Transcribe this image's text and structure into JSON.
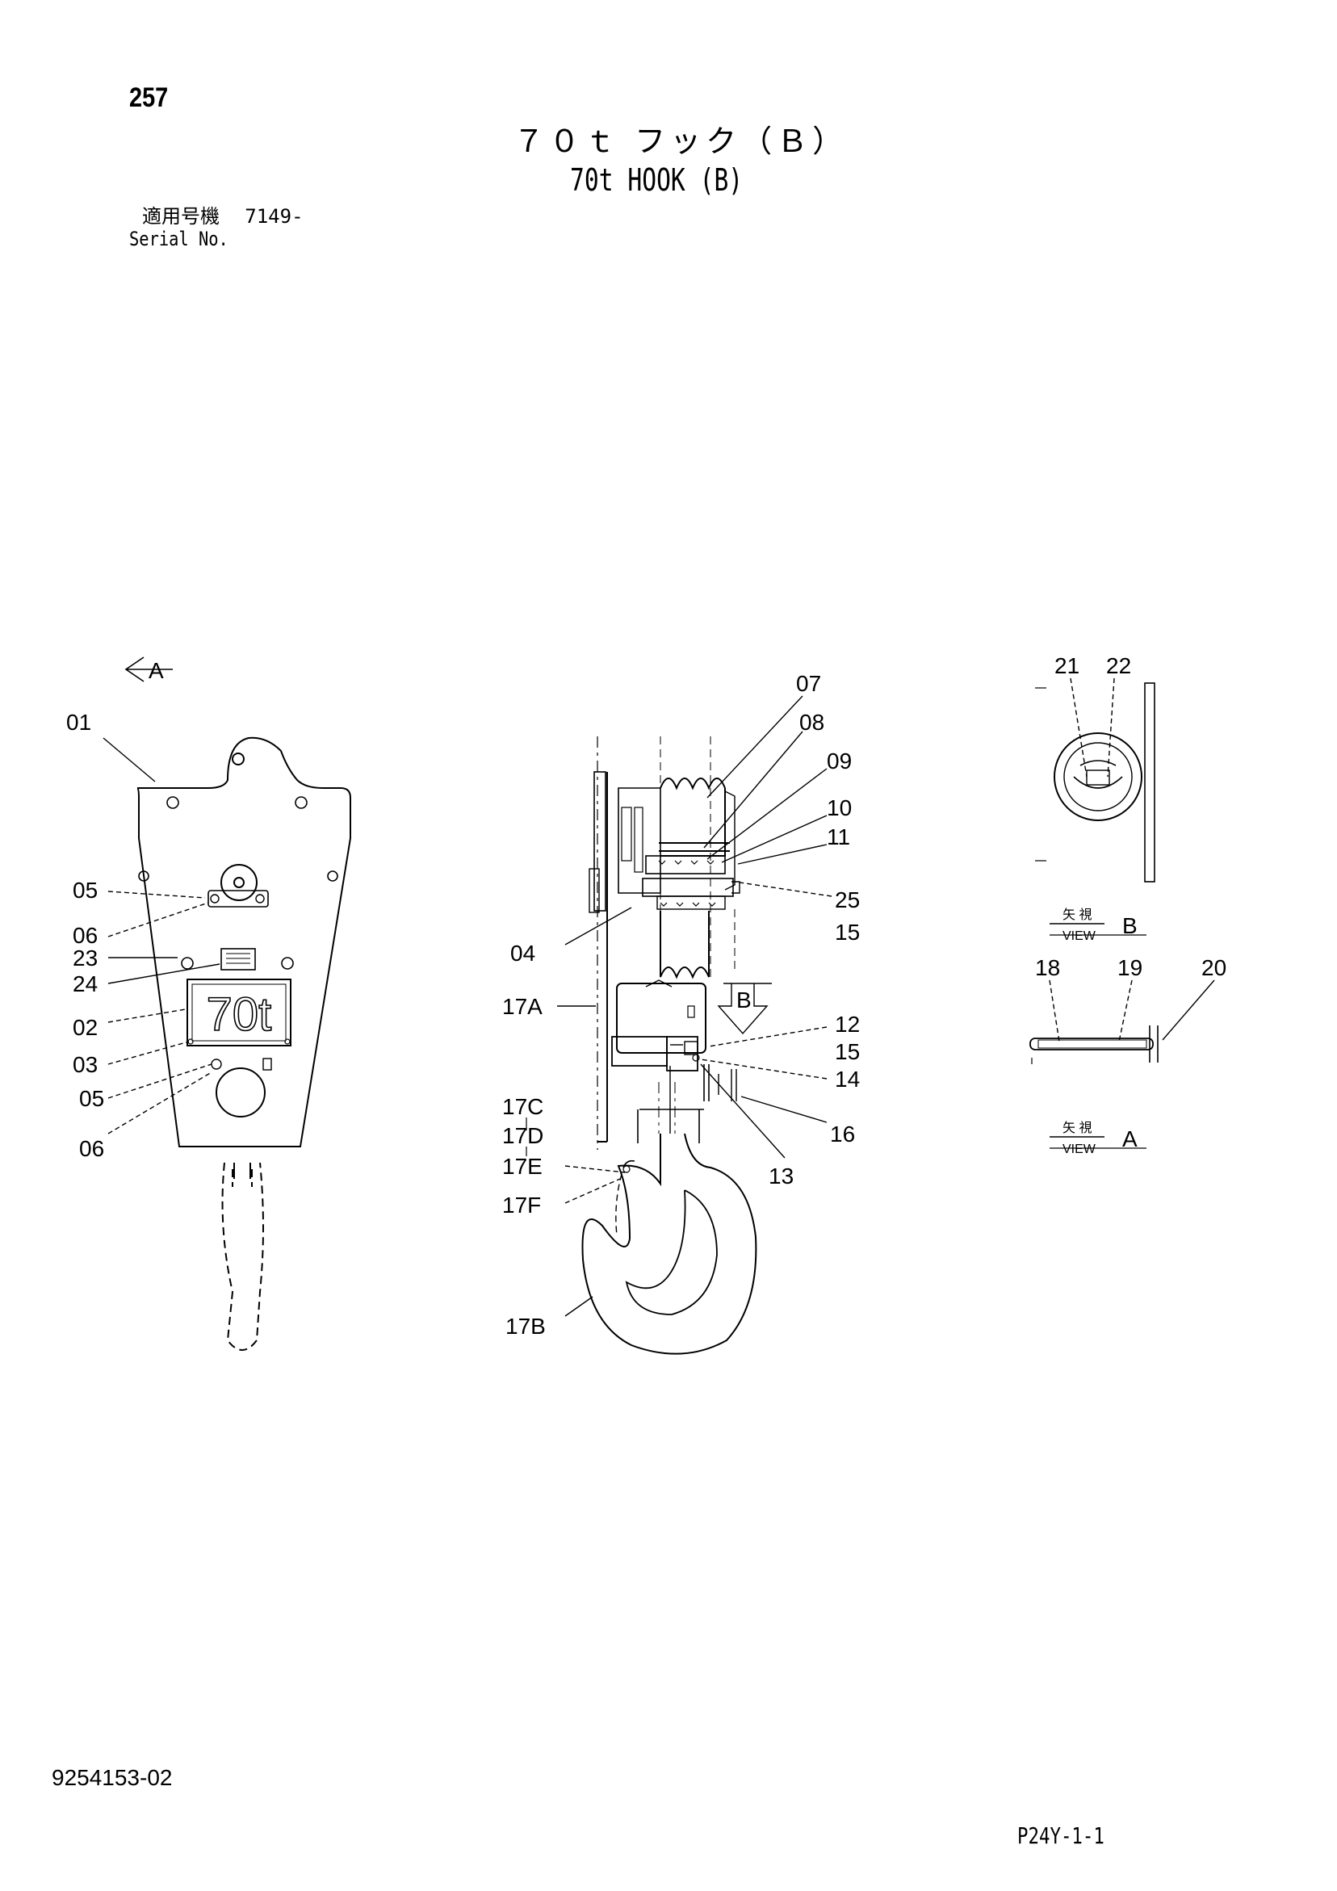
{
  "header": {
    "page_number": "257",
    "title_jp": "７０ｔ フック（Ｂ）",
    "title_en": "70t HOOK (B)",
    "serial_label_jp": "適用号機",
    "serial_value": "7149-",
    "serial_label_en": "Serial No."
  },
  "footer": {
    "document_number": "9254153-02",
    "sheet_reference": "P24Y-1-1"
  },
  "view_markers": {
    "arrow_a": "A",
    "arrow_b": "B",
    "view_b_jp": "矢 視",
    "view_b_en": "VIEW",
    "view_b_letter": "B",
    "view_a_jp": "矢 視",
    "view_a_en": "VIEW",
    "view_a_letter": "A",
    "nameplate_text": "70t"
  },
  "part_labels": {
    "front_view": [
      "01",
      "05",
      "06",
      "23",
      "24",
      "02",
      "03",
      "05",
      "06"
    ],
    "side_view_right": [
      "07",
      "08",
      "09",
      "10",
      "11",
      "25",
      "15",
      "12",
      "15",
      "14",
      "16",
      "13"
    ],
    "side_view_left": [
      "04",
      "17A",
      "17C",
      "17D",
      "17E",
      "17F",
      "17B"
    ],
    "view_b": [
      "21",
      "22"
    ],
    "view_a": [
      "18",
      "19",
      "20"
    ]
  }
}
